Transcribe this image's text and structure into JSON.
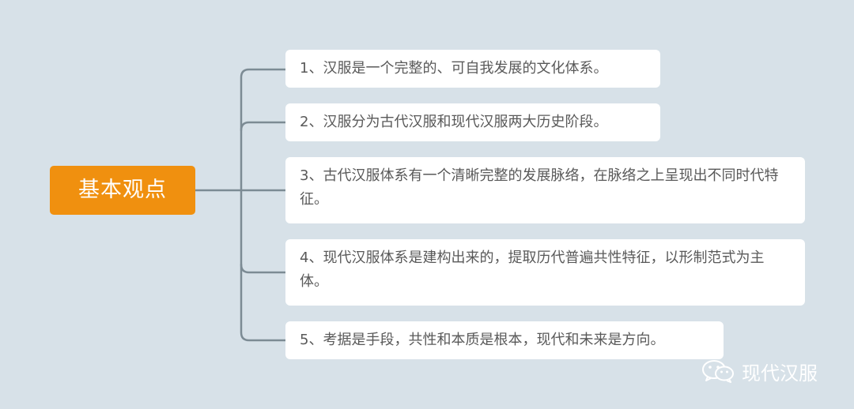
{
  "diagram": {
    "central_topic": "基本观点",
    "branches": [
      {
        "text": "1、汉服是一个完整的、可自我发展的文化体系。"
      },
      {
        "text": "2、汉服分为古代汉服和现代汉服两大历史阶段。"
      },
      {
        "text": "3、古代汉服体系有一个清晰完整的发展脉络，在脉络之上呈现出不同时代特征。"
      },
      {
        "text": "4、现代汉服体系是建构出来的，提取历代普遍共性特征，以形制范式为主体。"
      },
      {
        "text": "5、考据是手段，共性和本质是根本，现代和未来是方向。"
      }
    ]
  },
  "watermark": {
    "icon": "wechat-icon",
    "label": "现代汉服"
  },
  "colors": {
    "background": "#d7e1e8",
    "central_fill": "#f0900f",
    "central_text": "#ffffff",
    "branch_fill": "#ffffff",
    "branch_text": "#595959",
    "connector": "#7c8b94"
  }
}
